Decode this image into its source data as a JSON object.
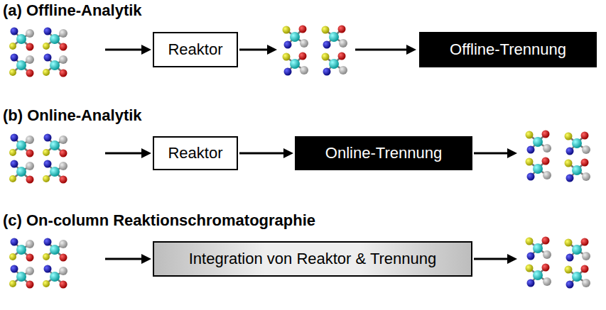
{
  "diagram": {
    "nodes": [
      {
        "text": [
          "Reaktor"
        ]
      },
      {
        "text": [
          "Offline-Trennung"
        ]
      },
      {
        "text": [
          "Reaktor"
        ]
      },
      {
        "text": [
          "Online-Trennung"
        ]
      },
      {
        "text": [
          "Integration von Reaktor & Trennung"
        ]
      }
    ],
    "edges": [
      {
        "from": 2,
        "to": 3,
        "arrow": "to"
      }
    ],
    "labels": [
      "(a) Offline-Analytik",
      "(b) Online-Analytik",
      "(c) On-column Reaktionschromatographie"
    ]
  }
}
